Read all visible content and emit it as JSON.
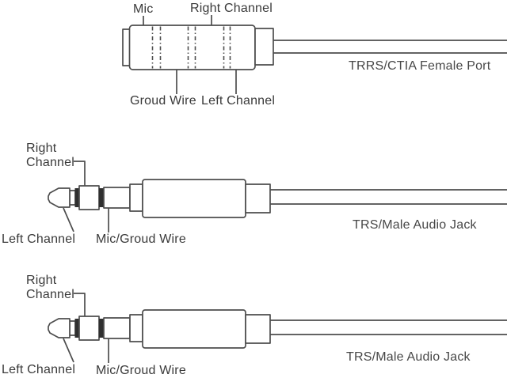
{
  "colors": {
    "background": "#ffffff",
    "line": "#4d4d4d",
    "text": "#3a3a3a",
    "insulator_ring_fill": "#2f2f2f"
  },
  "diagram": {
    "female_port": {
      "mic": "Mic",
      "right_channel": "Right Channel",
      "ground_wire": "Groud Wire",
      "left_channel": "Left Channel",
      "caption": "TRRS/CTIA Female Port"
    },
    "male_jack_top": {
      "right_line1": "Right",
      "right_line2": "Channel",
      "left_channel": "Left Channel",
      "mic_ground": "Mic/Groud Wire",
      "caption": "TRS/Male Audio Jack"
    },
    "male_jack_bottom": {
      "right_line1": "Right",
      "right_line2": "Channel",
      "left_channel": "Left Channel",
      "mic_ground": "Mic/Groud Wire",
      "caption": "TRS/Male Audio Jack"
    }
  }
}
